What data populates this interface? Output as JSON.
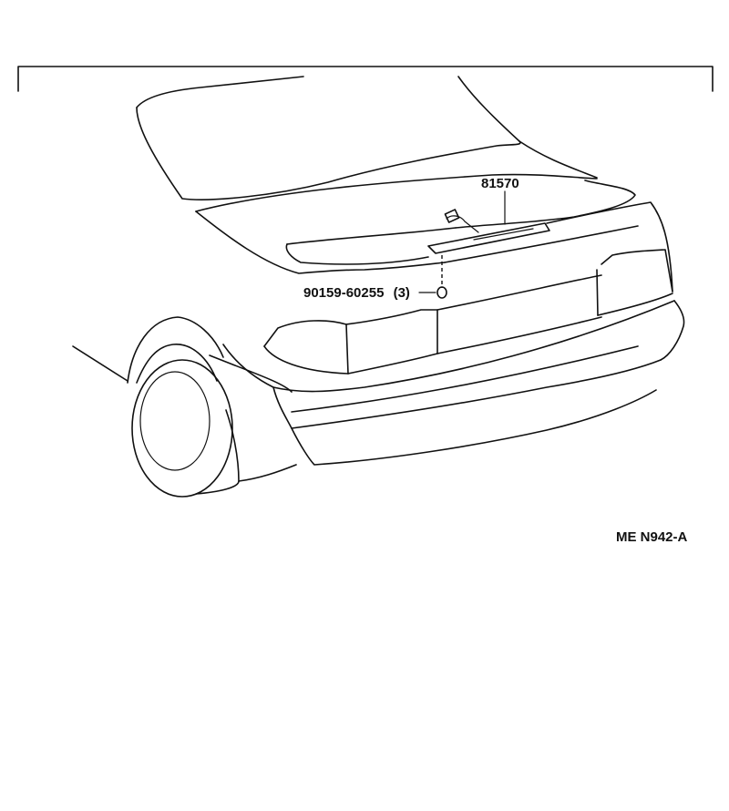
{
  "diagram": {
    "parts": [
      {
        "part_number": "81570"
      },
      {
        "part_number": "90159-60255",
        "quantity": "(3)"
      }
    ],
    "figure_code": "ME N942-A"
  }
}
